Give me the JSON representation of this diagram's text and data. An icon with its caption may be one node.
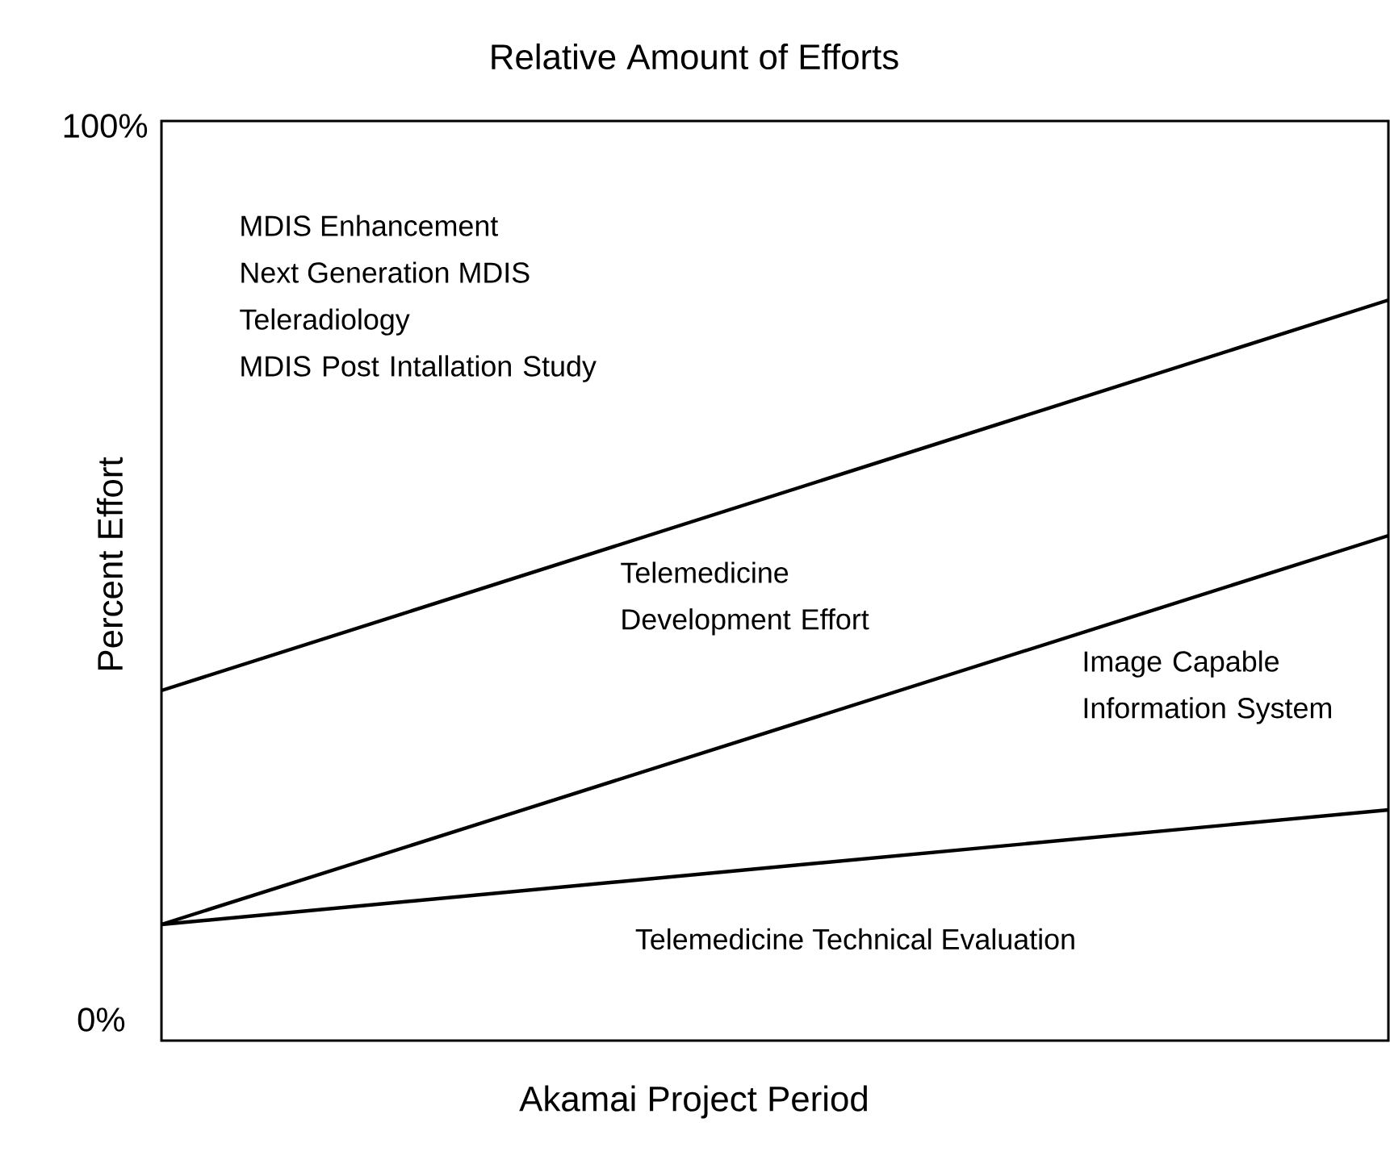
{
  "diagram": {
    "title": "Relative Amount of Efforts",
    "labels": [
      "100%",
      "Percent Effort",
      "0%",
      "MDIS Enhancement",
      "Next Generation MDIS",
      "Teleradiology",
      "MDIS Post Intallation Study",
      "Telemedicine Development Effort",
      "Image Capable Information System",
      "Telemedicine Technical Evaluation",
      "Akamai Project Period"
    ]
  }
}
